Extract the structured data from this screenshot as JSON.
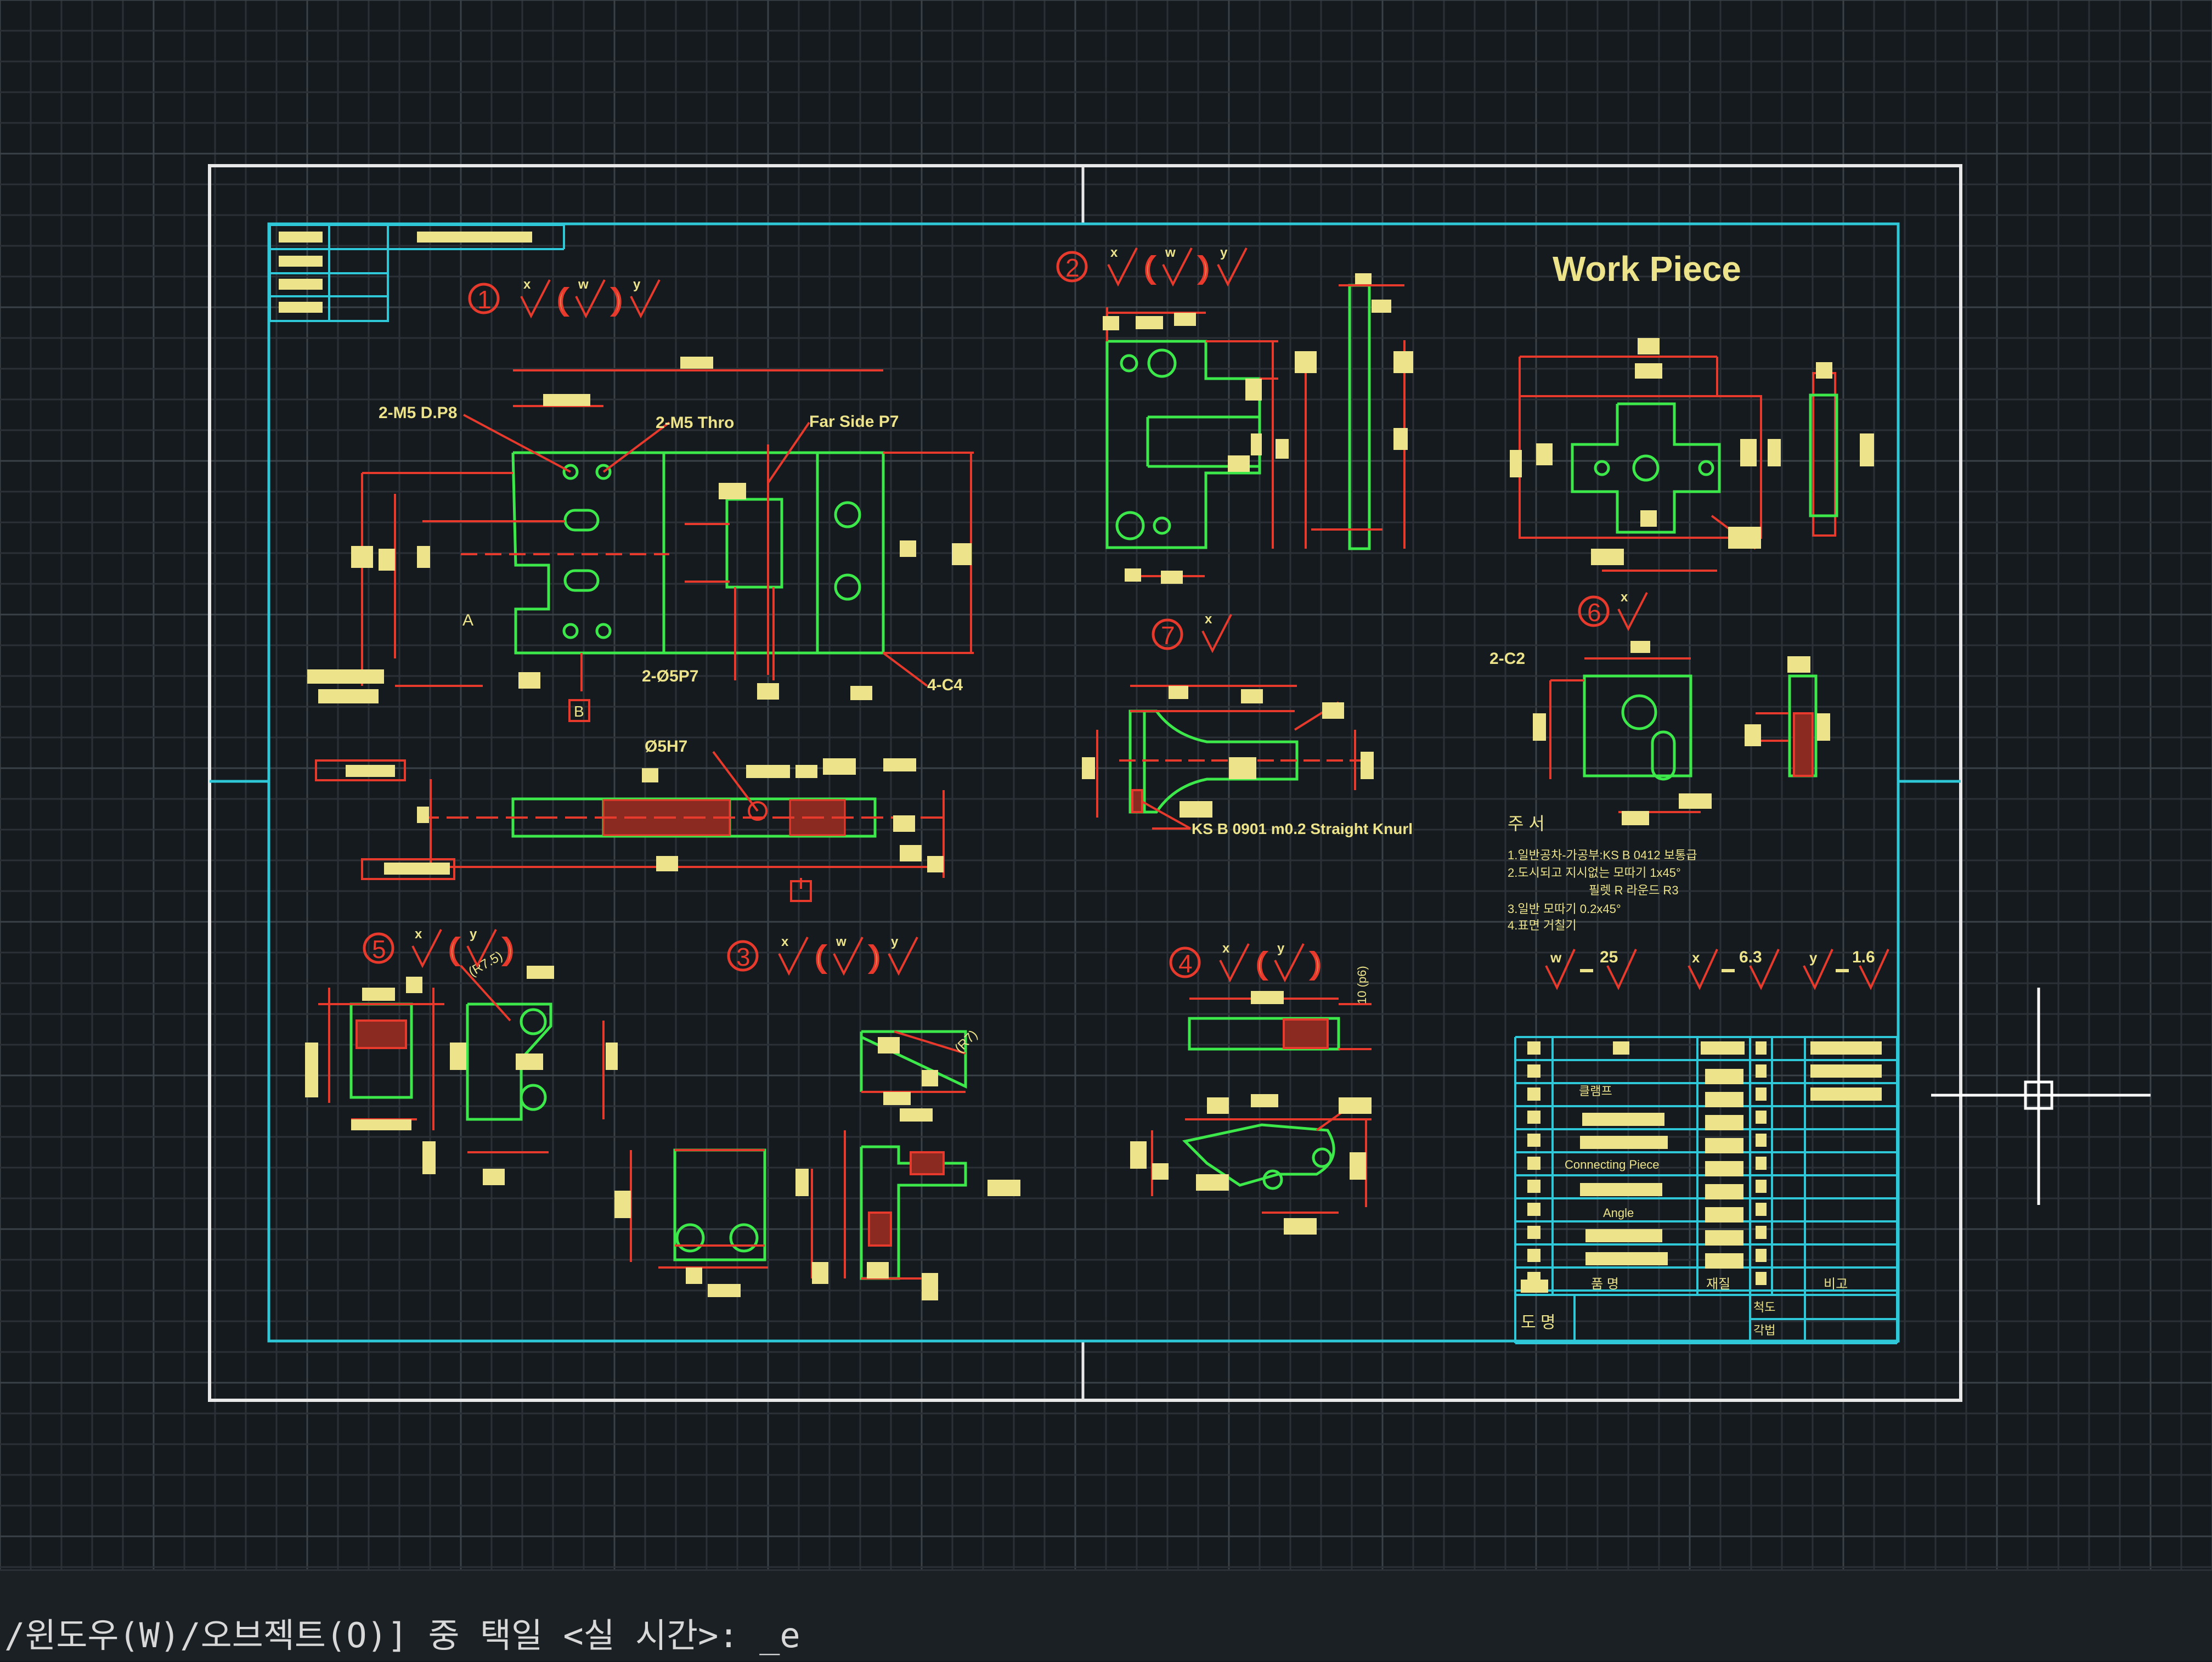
{
  "drawing": {
    "title": "Work Piece",
    "views": [
      {
        "number": "①",
        "callouts": [
          "2-M5 D.P8",
          "2-M5 Thro",
          "Far Side P7",
          "2-Ø5P7",
          "4-C4",
          "Ø5H7",
          "A",
          "B"
        ]
      },
      {
        "number": "②",
        "callouts": []
      },
      {
        "number": "③",
        "callouts": [
          "(R7)"
        ]
      },
      {
        "number": "④",
        "callouts": [
          "10 (p6)"
        ]
      },
      {
        "number": "⑤",
        "callouts": [
          "(R7.5)"
        ]
      },
      {
        "number": "⑥",
        "callouts": [
          "2-C2"
        ]
      },
      {
        "number": "⑦",
        "callouts": [
          "KS B 0901 m0.2 Straight Knurl"
        ]
      }
    ],
    "surface_symbols": {
      "x": "x",
      "w": "w",
      "y": "y"
    },
    "roughness_legend": [
      {
        "symbol": "w",
        "value": "25"
      },
      {
        "symbol": "x",
        "value": "6.3"
      },
      {
        "symbol": "y",
        "value": "1.6"
      }
    ],
    "notes_heading": "주 서",
    "notes": [
      "1.일반공차-가공부:KS B 0412 보통급",
      "2.도시되고 지시없는 모따기 1x45°",
      "필렛 R 라운드 R3",
      "3.일반 모따기 0.2x45°",
      "4.표면 거칠기"
    ],
    "parts_list": [
      "클램프",
      "Connecting Piece",
      "Angle"
    ],
    "title_block": {
      "drawing_label": "도 명",
      "labels": [
        "품 명",
        "재질",
        "비고",
        "척도",
        "각법"
      ]
    }
  },
  "command_line": {
    "text": "/윈도우(W)/오브젝트(O)] 중 택일 <실 시간>: _e"
  }
}
